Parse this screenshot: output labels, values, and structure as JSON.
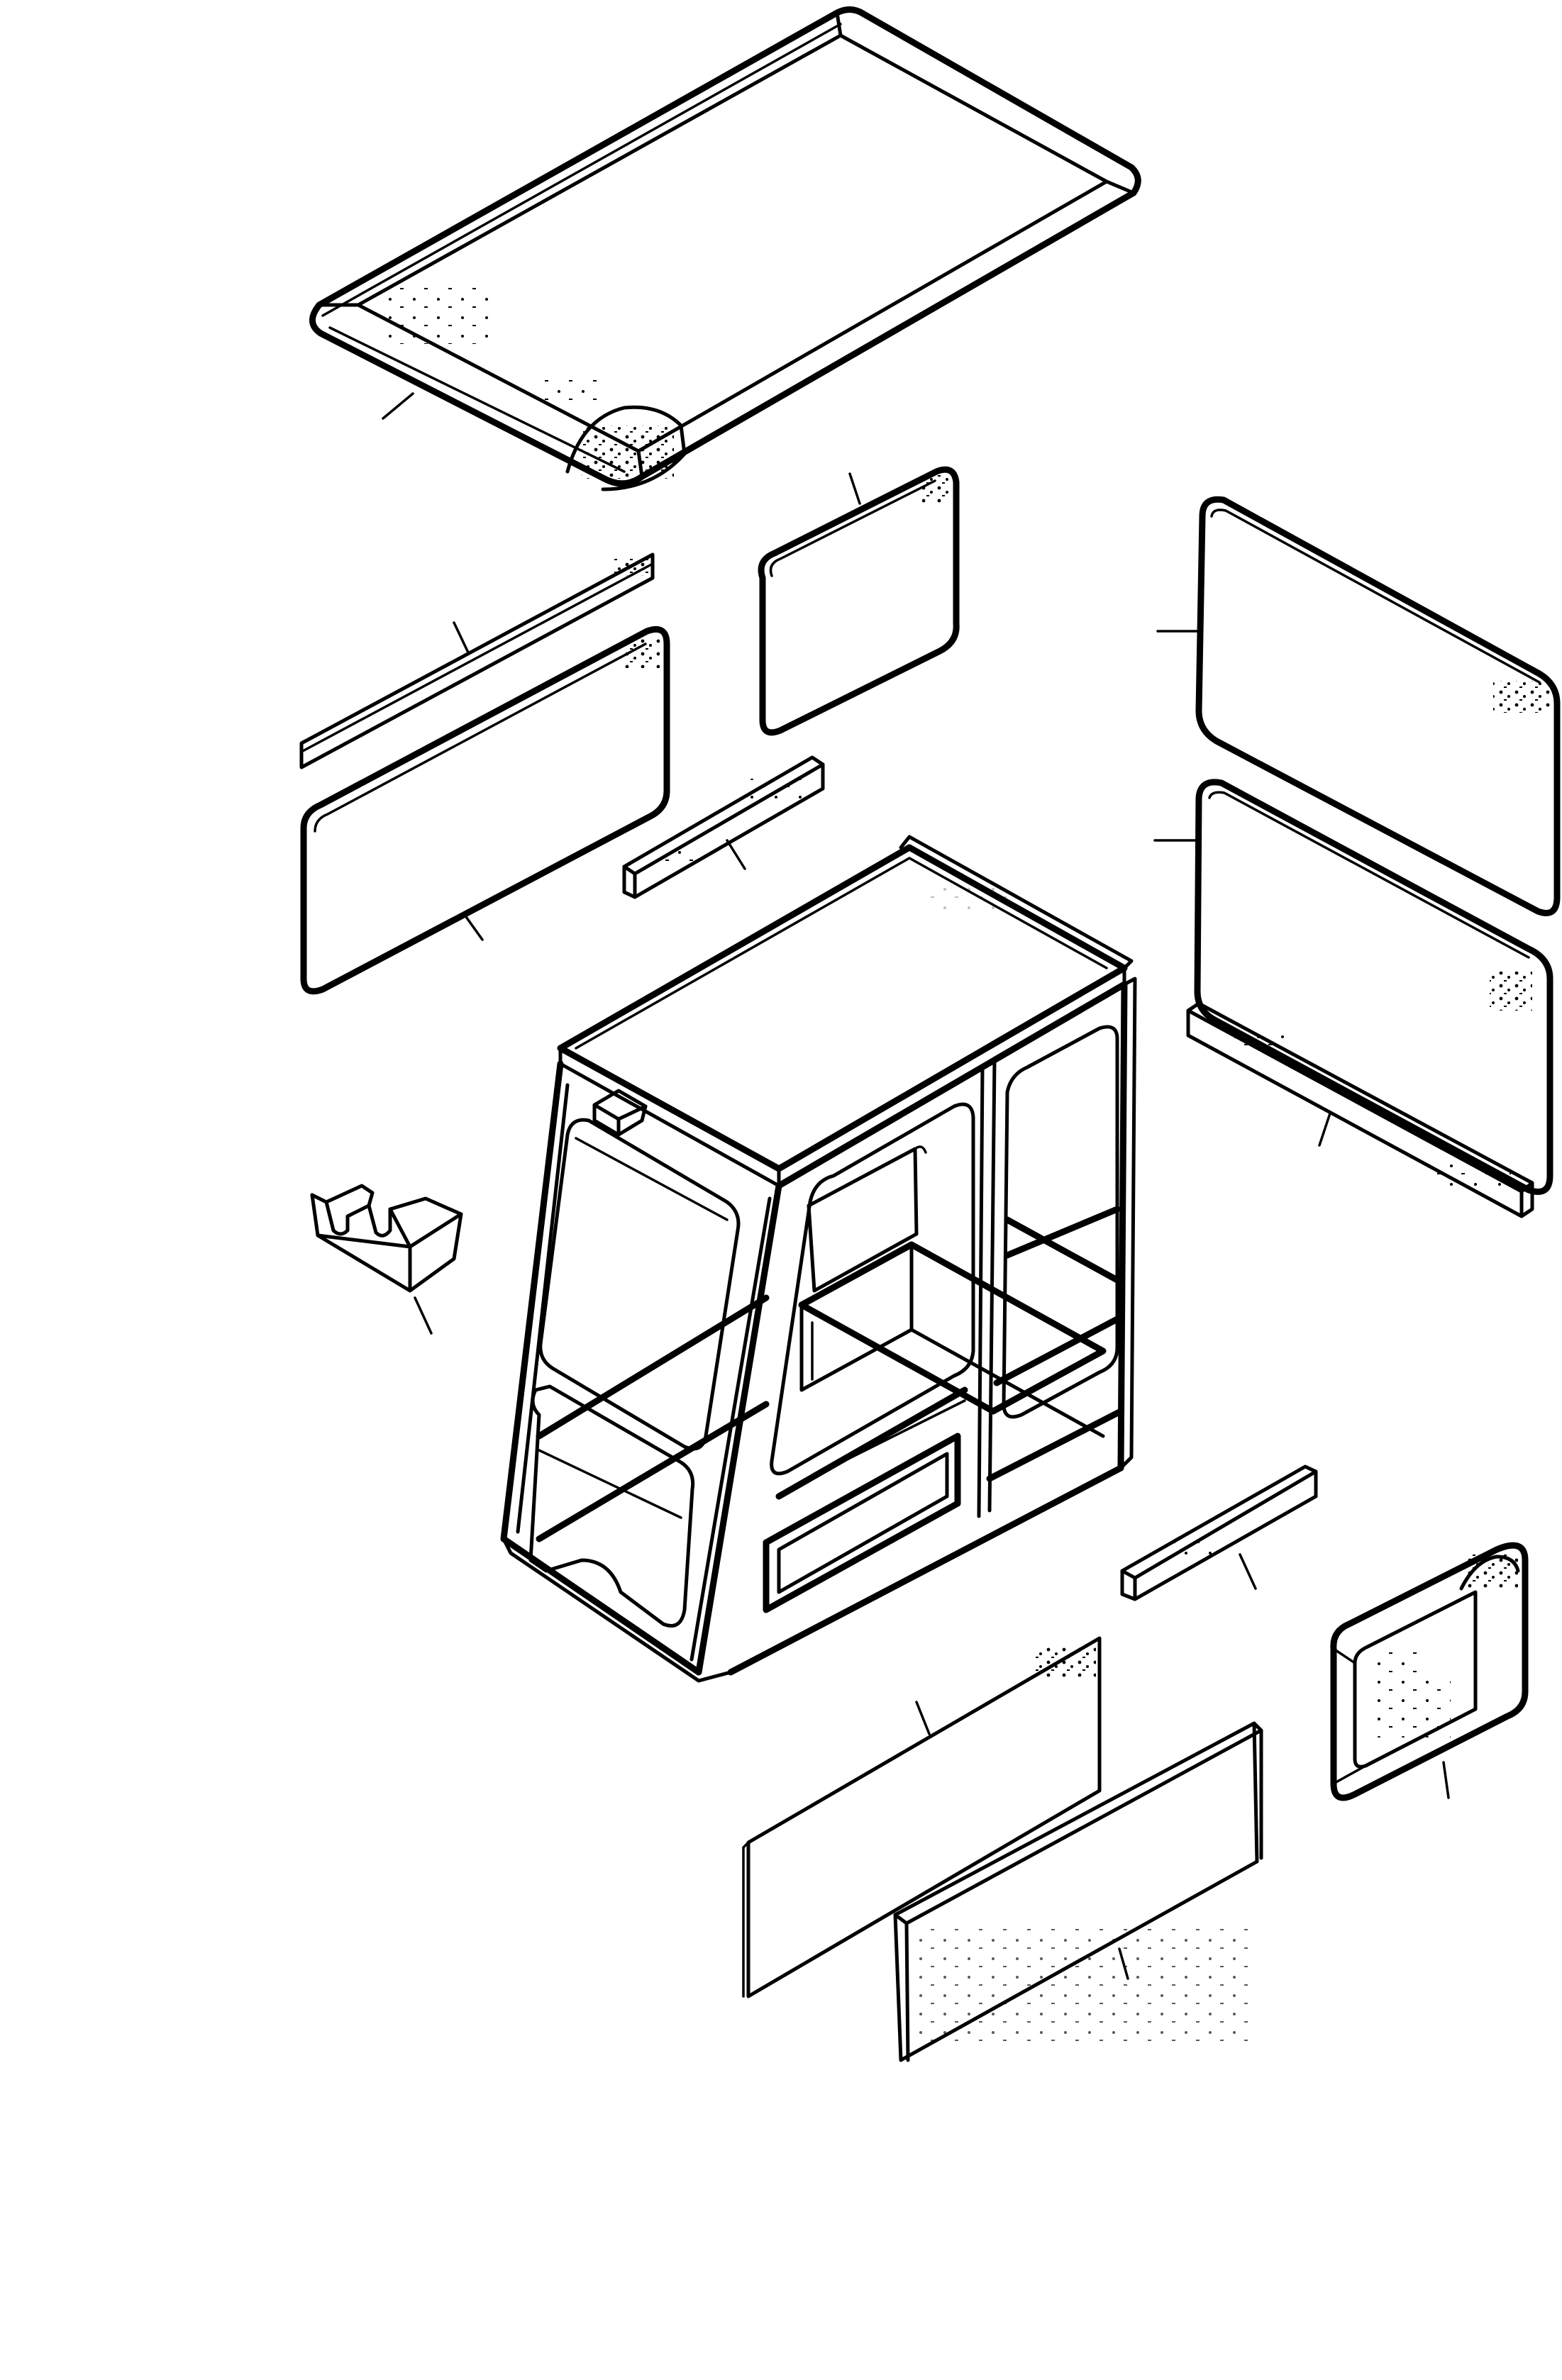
{
  "diagram": {
    "kind": "exploded view",
    "subject": "cab panels",
    "parts": [
      {
        "id": "roof-headliner"
      },
      {
        "id": "front-upper-window"
      },
      {
        "id": "left-strip"
      },
      {
        "id": "left-window"
      },
      {
        "id": "center-trim-bar"
      },
      {
        "id": "right-upper-window"
      },
      {
        "id": "right-lower-window"
      },
      {
        "id": "right-trim-bar"
      },
      {
        "id": "cab-frame"
      },
      {
        "id": "bracket"
      },
      {
        "id": "lower-trim-bar"
      },
      {
        "id": "door-panel"
      },
      {
        "id": "floor-thin-panel"
      },
      {
        "id": "floor-insulation-panel"
      }
    ]
  }
}
